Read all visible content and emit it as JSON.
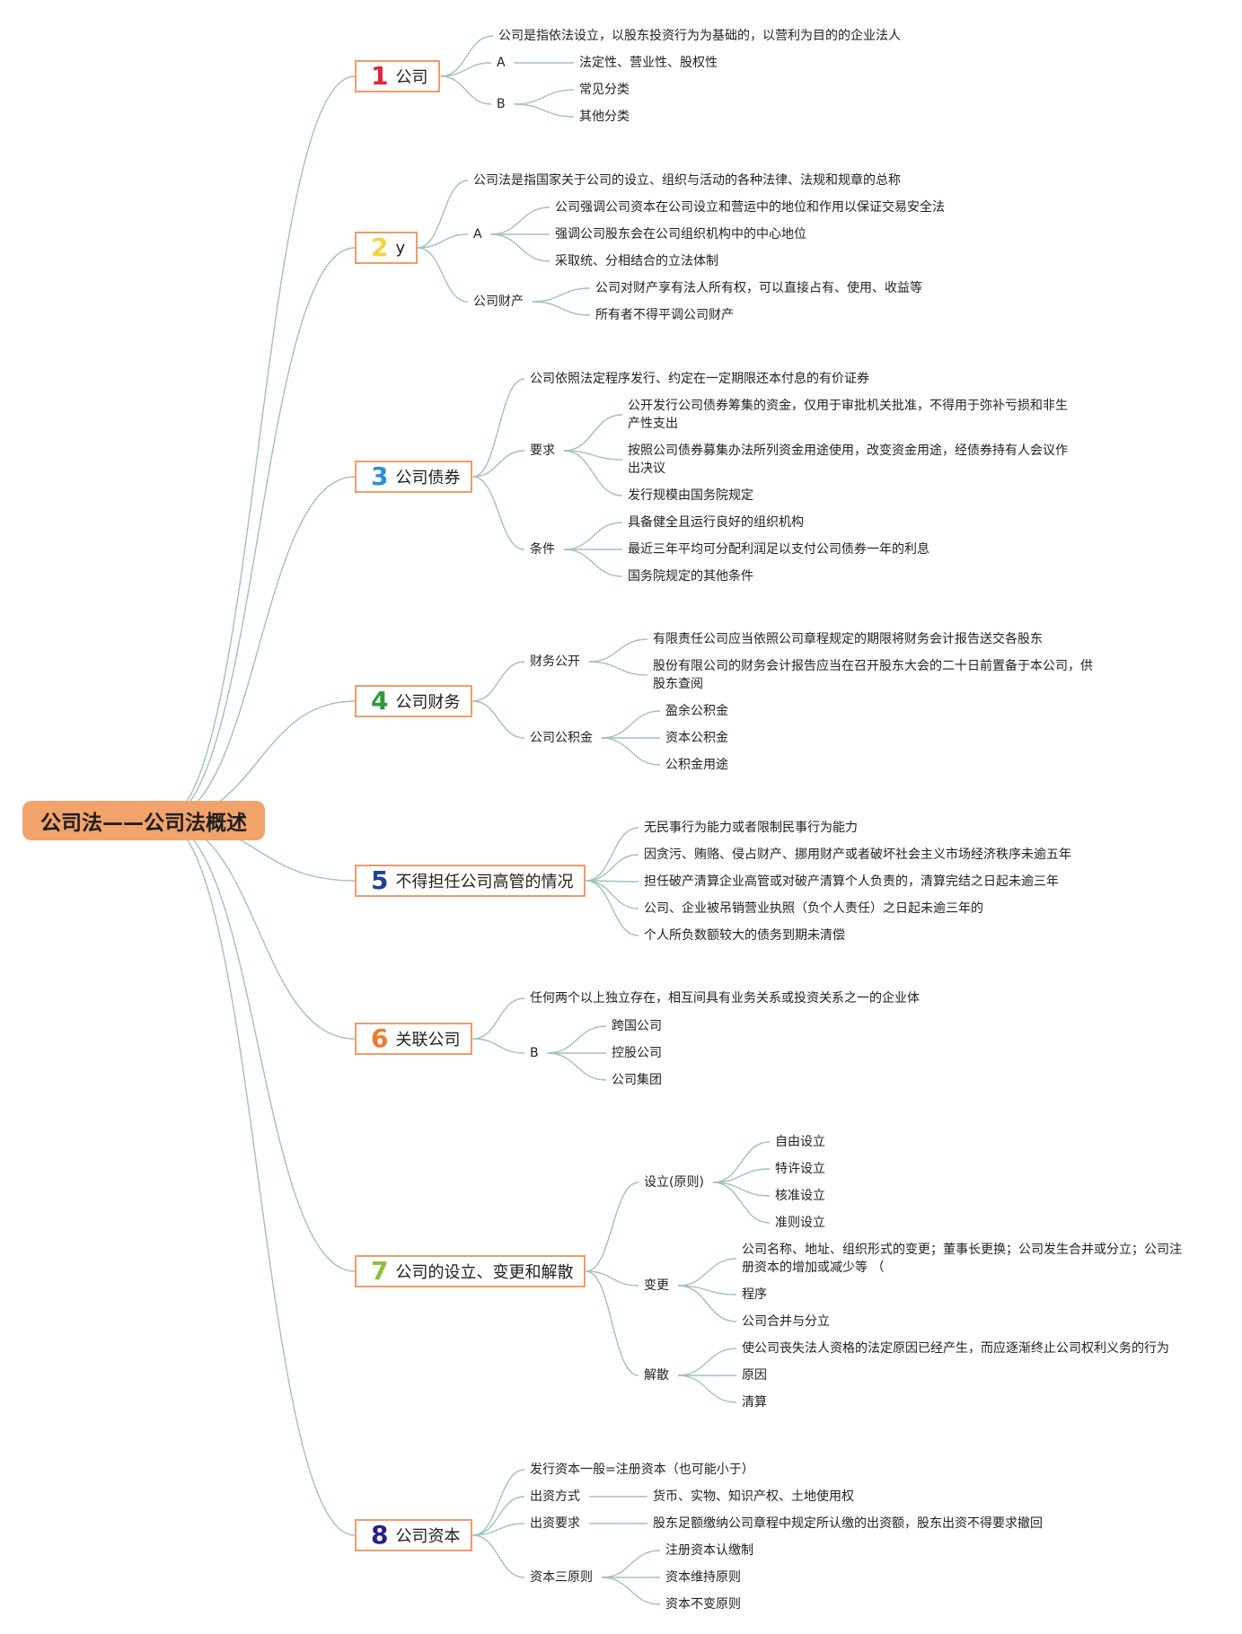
{
  "root": "公司法——公司法概述",
  "branches": [
    {
      "num": "1",
      "color": "#e0233c",
      "label": "公司",
      "children": [
        {
          "text": "公司是指依法设立，以股东投资行为为基础的，以营利为目的的企业法人"
        },
        {
          "text": "A",
          "children": [
            "法定性、营业性、股权性"
          ]
        },
        {
          "text": "B",
          "children": [
            "常见分类",
            "其他分类"
          ]
        }
      ]
    },
    {
      "num": "2",
      "color": "#f3d43b",
      "label": "y",
      "children": [
        {
          "text": "公司法是指国家关于公司的设立、组织与活动的各种法律、法规和规章的总称"
        },
        {
          "text": "A",
          "children": [
            "公司强调公司资本在公司设立和营运中的地位和作用以保证交易安全法",
            "强调公司股东会在公司组织机构中的中心地位",
            "采取统、分相结合的立法体制"
          ]
        },
        {
          "text": "公司财产",
          "children": [
            "公司对财产享有法人所有权，可以直接占有、使用、收益等",
            "所有者不得平调公司财产"
          ]
        }
      ]
    },
    {
      "num": "3",
      "color": "#2a8fd8",
      "label": "公司债券",
      "children": [
        {
          "text": "公司依照法定程序发行、约定在一定期限还本付息的有价证券"
        },
        {
          "text": "要求",
          "children": [
            "公开发行公司债券筹集的资金，仅用于审批机关批准，不得用于弥补亏损和非生产性支出",
            "按照公司债券募集办法所列资金用途使用，改变资金用途，经债券持有人会议作出决议",
            "发行规模由国务院规定"
          ]
        },
        {
          "text": "条件",
          "children": [
            "具备健全且运行良好的组织机构",
            "最近三年平均可分配利润足以支付公司债券一年的利息",
            "国务院规定的其他条件"
          ]
        }
      ]
    },
    {
      "num": "4",
      "color": "#2e9b3a",
      "label": "公司财务",
      "children": [
        {
          "text": "财务公开",
          "children": [
            "有限责任公司应当依照公司章程规定的期限将财务会计报告送交各股东",
            "股份有限公司的财务会计报告应当在召开股东大会的二十日前置备于本公司，供股东查阅"
          ]
        },
        {
          "text": "公司公积金",
          "children": [
            "盈余公积金",
            "资本公积金",
            "公积金用途"
          ]
        }
      ]
    },
    {
      "num": "5",
      "color": "#1f3f9b",
      "label": "不得担任公司高管的情况",
      "children": [
        {
          "text": "无民事行为能力或者限制民事行为能力"
        },
        {
          "text": "因贪污、贿赂、侵占财产、挪用财产或者破坏社会主义市场经济秩序未逾五年"
        },
        {
          "text": "担任破产清算企业高管或对破产清算个人负责的，清算完结之日起未逾三年"
        },
        {
          "text": "公司、企业被吊销营业执照（负个人责任）之日起未逾三年的"
        },
        {
          "text": "个人所负数额较大的债务到期未清偿"
        }
      ]
    },
    {
      "num": "6",
      "color": "#f07a28",
      "label": "关联公司",
      "children": [
        {
          "text": "任何两个以上独立存在，相互间具有业务关系或投资关系之一的企业体"
        },
        {
          "text": "B",
          "children": [
            "跨国公司",
            "控股公司",
            "公司集团"
          ]
        }
      ]
    },
    {
      "num": "7",
      "color": "#8cbf3c",
      "label": "公司的设立、变更和解散",
      "children": [
        {
          "text": "设立(原则)",
          "children": [
            "自由设立",
            "特许设立",
            "核准设立",
            "准则设立"
          ]
        },
        {
          "text": "变更",
          "children": [
            "公司名称、地址、组织形式的变更；董事长更换；公司发生合并或分立；公司注册资本的增加或减少等 （",
            "程序",
            "公司合并与分立"
          ]
        },
        {
          "text": "解散",
          "children": [
            "使公司丧失法人资格的法定原因已经产生，而应逐渐终止公司权利义务的行为",
            "原因",
            "清算"
          ]
        }
      ]
    },
    {
      "num": "8",
      "color": "#2a1f8f",
      "label": "公司资本",
      "children": [
        {
          "text": "发行资本一般=注册资本（也可能小于）"
        },
        {
          "text": "出资方式",
          "children": [
            "货币、实物、知识产权、土地使用权"
          ]
        },
        {
          "text": "出资要求",
          "children": [
            "股东足额缴纳公司章程中规定所认缴的出资额，股东出资不得要求撤回"
          ]
        },
        {
          "text": "资本三原则",
          "children": [
            "注册资本认缴制",
            "资本维持原则",
            "资本不变原则"
          ]
        }
      ]
    }
  ]
}
